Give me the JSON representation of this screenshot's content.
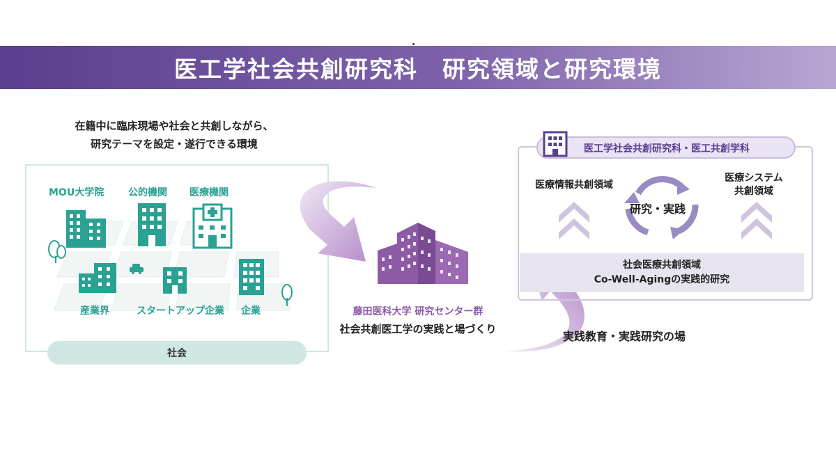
{
  "banner": {
    "title": "医工学社会共創研究科　研究領域と研究環境"
  },
  "intro": {
    "line1": "在籍中に臨床現場や社会と共創しながら、",
    "line2": "研究テーマを設定・遂行できる環境"
  },
  "society": {
    "entities": {
      "mou": "MOU大学院",
      "public": "公的機関",
      "medical": "医療機関",
      "industry": "産業界",
      "startup": "スタートアップ企業",
      "company": "企業"
    },
    "bar_label": "社会"
  },
  "center": {
    "title": "藤田医科大学 研究センター群",
    "subtitle": "社会共創医工学の実践と場づくり"
  },
  "department": {
    "label": "医工学社会共創研究科・医工共創学科",
    "left_domain": "医療情報共創領域",
    "right_domain_line1": "医療システム",
    "right_domain_line2": "共創領域",
    "center": "研究・実践",
    "social_line1": "社会医療共創領域",
    "social_line2": "Co-Well-Agingの実践的研究"
  },
  "practice": {
    "label": "実践教育・実践研究の場"
  },
  "colors": {
    "banner_start": "#5a3f8e",
    "banner_end": "#b8a6d2",
    "teal": "#2aa193",
    "purple": "#8d5aa6",
    "light_teal": "#cfe6e2",
    "light_purple": "#e7e3ef"
  },
  "icons": [
    "building-icon",
    "hospital-icon",
    "tree-icon",
    "car-icon",
    "campus-building-icon",
    "chevron-up-icon",
    "cycle-arrows-icon",
    "curved-arrow-icon"
  ]
}
